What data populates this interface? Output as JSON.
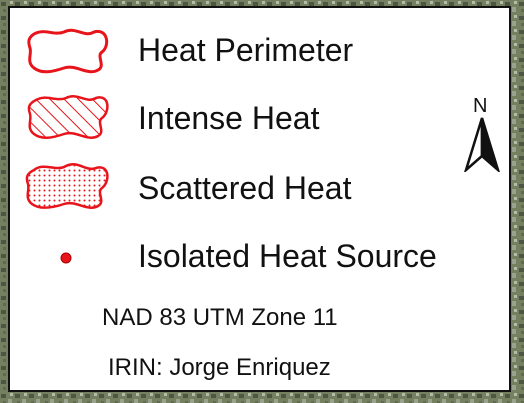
{
  "legend": {
    "items": [
      {
        "icon": "heat-perimeter-outline-icon",
        "label": "Heat Perimeter"
      },
      {
        "icon": "hatched-polygon-icon",
        "label": "Intense Heat"
      },
      {
        "icon": "dotted-polygon-icon",
        "label": "Scattered Heat"
      },
      {
        "icon": "red-dot-icon",
        "label": "Isolated Heat Source"
      }
    ],
    "projection": "NAD 83 UTM Zone 11",
    "credit": "IRIN:  Jorge Enriquez"
  },
  "north_arrow": {
    "letter": "N",
    "icon": "north-arrow-icon"
  },
  "colors": {
    "symbol_red": "#e8141b",
    "panel_border": "#111111"
  }
}
